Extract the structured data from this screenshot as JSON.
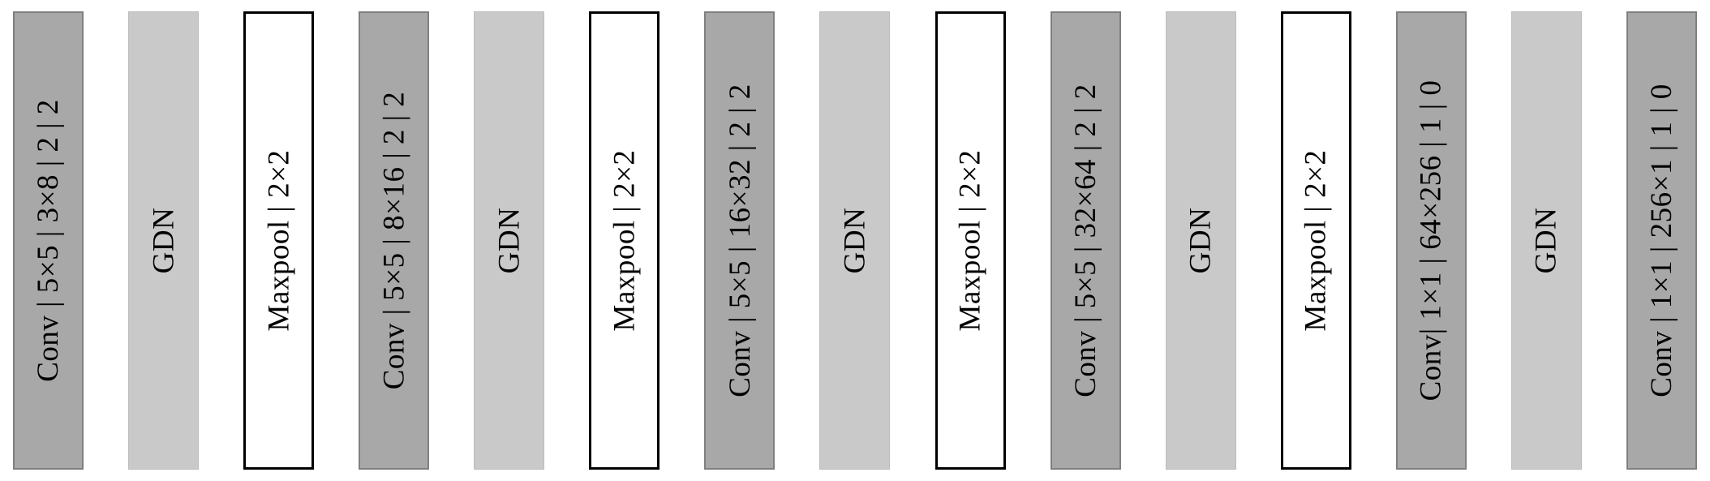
{
  "diagram": {
    "title": "cnn-encoder-architecture",
    "blocks": [
      {
        "type": "conv",
        "label": "Conv | 5×5 | 3×8 | 2 | 2"
      },
      {
        "type": "gdn",
        "label": "GDN"
      },
      {
        "type": "maxpool",
        "label": "Maxpool | 2×2"
      },
      {
        "type": "conv",
        "label": "Conv | 5×5 | 8×16 | 2 | 2"
      },
      {
        "type": "gdn",
        "label": "GDN"
      },
      {
        "type": "maxpool",
        "label": "Maxpool | 2×2"
      },
      {
        "type": "conv",
        "label": "Conv | 5×5 | 16×32 | 2 | 2"
      },
      {
        "type": "gdn",
        "label": "GDN"
      },
      {
        "type": "maxpool",
        "label": "Maxpool | 2×2"
      },
      {
        "type": "conv",
        "label": "Conv | 5×5 | 32×64 | 2 | 2"
      },
      {
        "type": "gdn",
        "label": "GDN"
      },
      {
        "type": "maxpool",
        "label": "Maxpool | 2×2"
      },
      {
        "type": "conv",
        "label": "Conv| 1×1 | 64×256 | 1 | 0"
      },
      {
        "type": "gdn",
        "label": "GDN"
      },
      {
        "type": "conv",
        "label": "Conv | 1×1 | 256×1 | 1 | 0"
      }
    ],
    "colors": {
      "conv_fill": "#a8a8a8",
      "conv_border": "#7f7f7f",
      "gdn_fill": "#c9c9c9",
      "gdn_border": "#bdbdbd",
      "maxpool_fill": "#ffffff",
      "maxpool_border": "#000000",
      "text": "#000000",
      "background": "#ffffff"
    }
  }
}
